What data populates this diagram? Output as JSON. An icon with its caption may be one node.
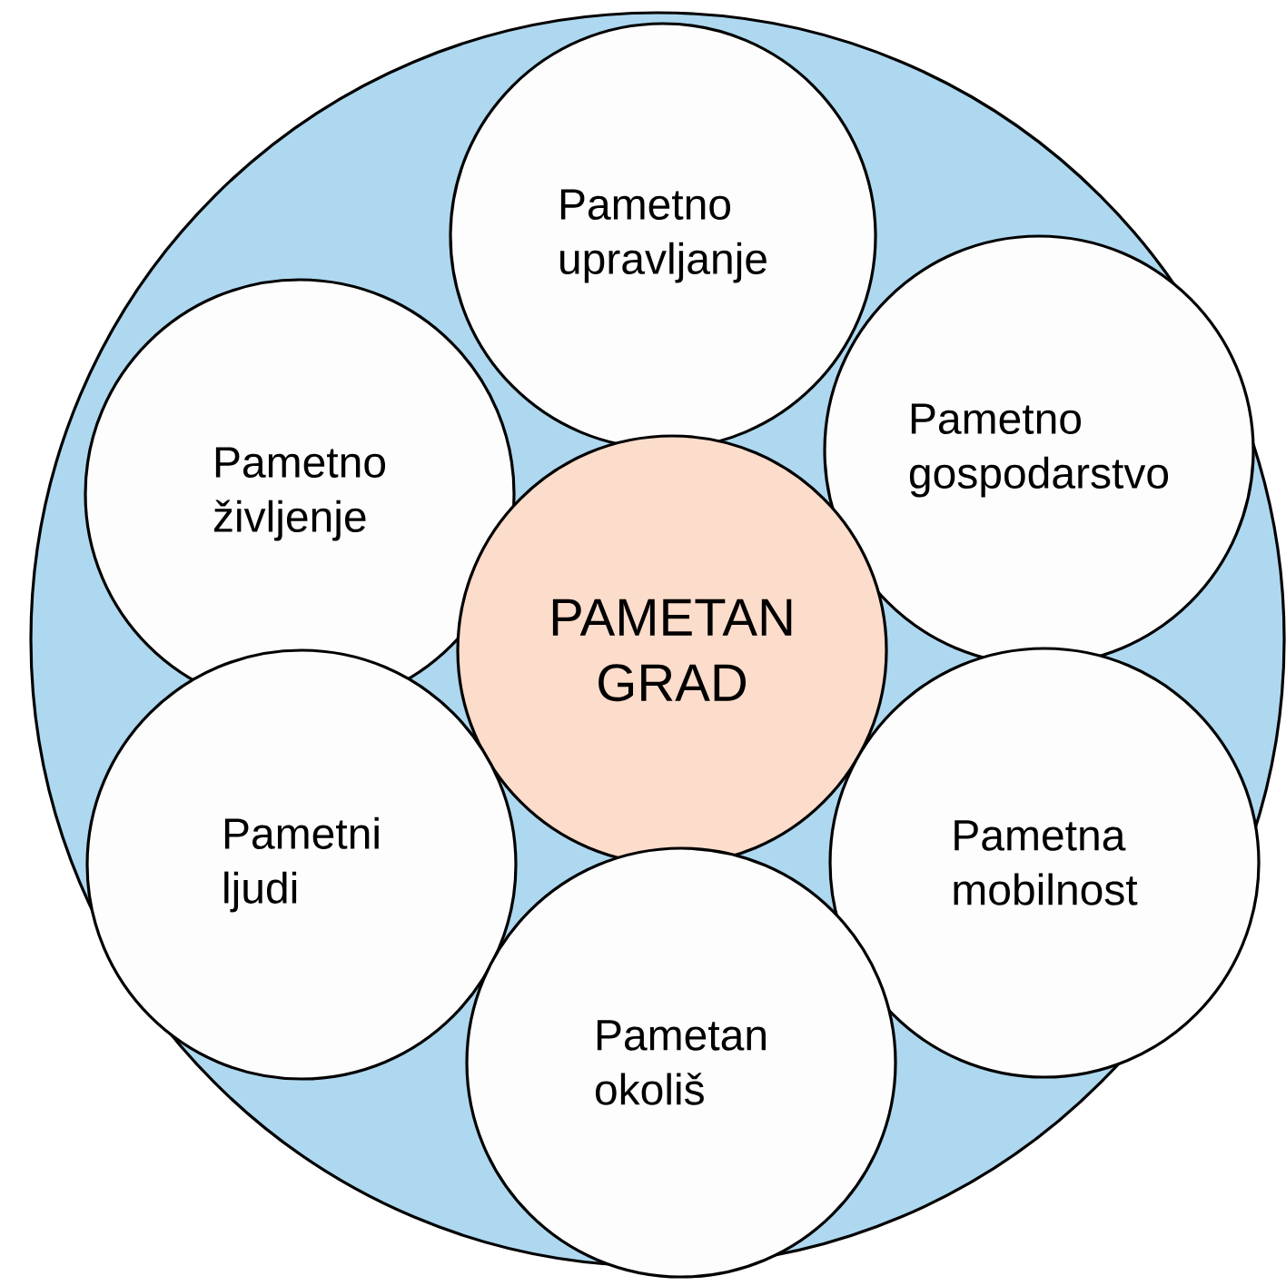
{
  "diagram": {
    "nodes": [
      {
        "text": [],
        "shape": "circle"
      },
      {
        "text": [
          "Pametno upravljanje"
        ],
        "in": 0
      },
      {
        "text": [
          "Pametno življenje"
        ],
        "in": 0
      },
      {
        "text": [
          "Pametno gospodarstvo"
        ],
        "in": 0
      },
      {
        "text": [
          "PAMETAN GRAD"
        ],
        "in": 0
      },
      {
        "text": [
          "Pametni ljudi"
        ],
        "in": 0
      },
      {
        "text": [
          "Pametna mobilnost"
        ],
        "in": 0
      },
      {
        "text": [
          "Pametan okoliš"
        ],
        "in": 0
      }
    ]
  }
}
